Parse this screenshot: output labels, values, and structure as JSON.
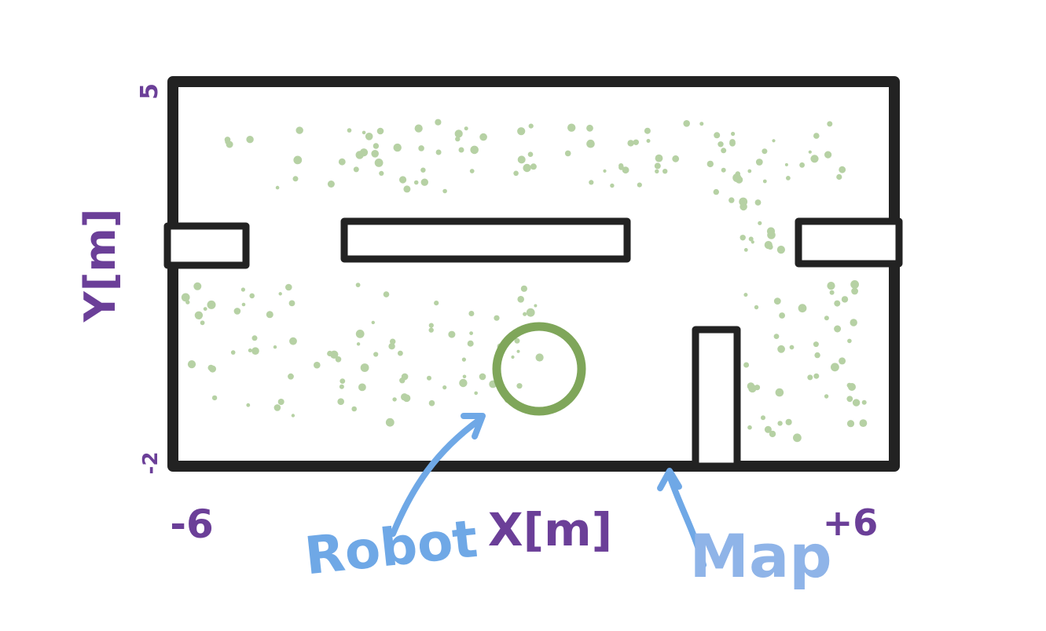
{
  "axes": {
    "x_label": "X[m]",
    "y_label": "Y[m]",
    "x_min_label": "-6",
    "x_max_label": "+6",
    "y_min_label": "-2",
    "y_max_label": "5"
  },
  "annotations": {
    "robot_label": "Robot",
    "map_label": "Map"
  },
  "colors": {
    "wall": "#222222",
    "axis_text": "#6b3f98",
    "annotation": "#6fa8e6",
    "robot": "#7fa65a",
    "particles": "#b6d1a4"
  }
}
